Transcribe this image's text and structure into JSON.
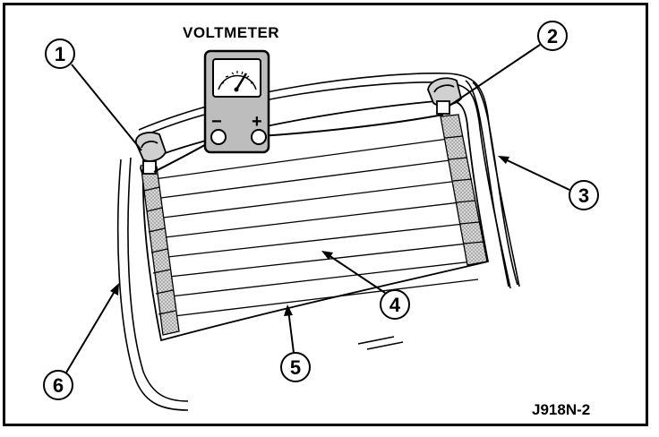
{
  "figure": {
    "title": "VOLTMETER",
    "code": "J918N-2",
    "meter_minus": "−",
    "meter_plus": "+"
  },
  "callouts": [
    "1",
    "2",
    "3",
    "4",
    "5",
    "6"
  ]
}
